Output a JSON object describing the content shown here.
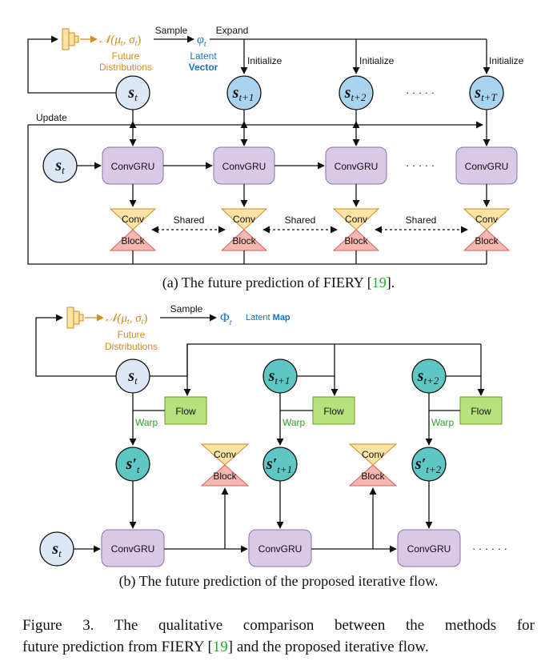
{
  "panel_a": {
    "dist_label": "𝒩(μ",
    "dist_mu_sub": "t",
    "dist_sigma": ", σ",
    "dist_sigma_sub": "t",
    "dist_close": ")",
    "future_line1": "Future",
    "future_line2": "Distributions",
    "sample": "Sample",
    "phi": "φ",
    "phi_sub": "t",
    "expand": "Expand",
    "latent": "Latent",
    "vector": "Vector",
    "initialize": "Initialize",
    "update": "Update",
    "s": "s",
    "sub_t": "t",
    "sub_t1": "t+1",
    "sub_t2": "t+2",
    "sub_tT": "t+T",
    "dots": "· · · · ·",
    "convgru": "ConvGRU",
    "conv": "Conv",
    "block": "Block",
    "shared": "Shared",
    "caption_pre": "(a) The future prediction of FIERY [",
    "caption_ref": "19",
    "caption_post": "]."
  },
  "panel_b": {
    "dist_label": "𝒩(μ",
    "dist_mu_sub": "t",
    "dist_sigma": ", σ",
    "dist_sigma_sub": "t",
    "dist_close": ")",
    "future_line1": "Future",
    "future_line2": "Distributions",
    "sample": "Sample",
    "Phi": "Φ",
    "Phi_sub": "t",
    "latent": "Latent",
    "map": "Map",
    "flow": "Flow",
    "warp": "Warp",
    "s": "s",
    "sprime": "s′",
    "sub_t": "t",
    "sub_t1": "t+1",
    "sub_t2": "t+2",
    "convgru": "ConvGRU",
    "conv": "Conv",
    "block": "Block",
    "dots": "· · · · · ·",
    "caption": "(b) The future prediction of the proposed iterative flow."
  },
  "figure_caption": {
    "line1": "Figure 3.  The qualitative comparison between the methods for",
    "line2_pre": "future prediction from FIERY [",
    "line2_ref": "19",
    "line2_post": "] and the proposed iterative flow."
  },
  "colors": {
    "state_blue": "#a9d4f0",
    "state_light": "#dce8f8",
    "state_teal": "#5ec7c3",
    "convgru": "#d9c8e6",
    "conv_top": "#fde3a6",
    "conv_bottom": "#f5b7b0",
    "flow": "#b6e27e",
    "orange": "#d48a1e",
    "blue_text": "#1a6fc0",
    "green_text": "#29a229",
    "ref_green": "#22b022"
  }
}
